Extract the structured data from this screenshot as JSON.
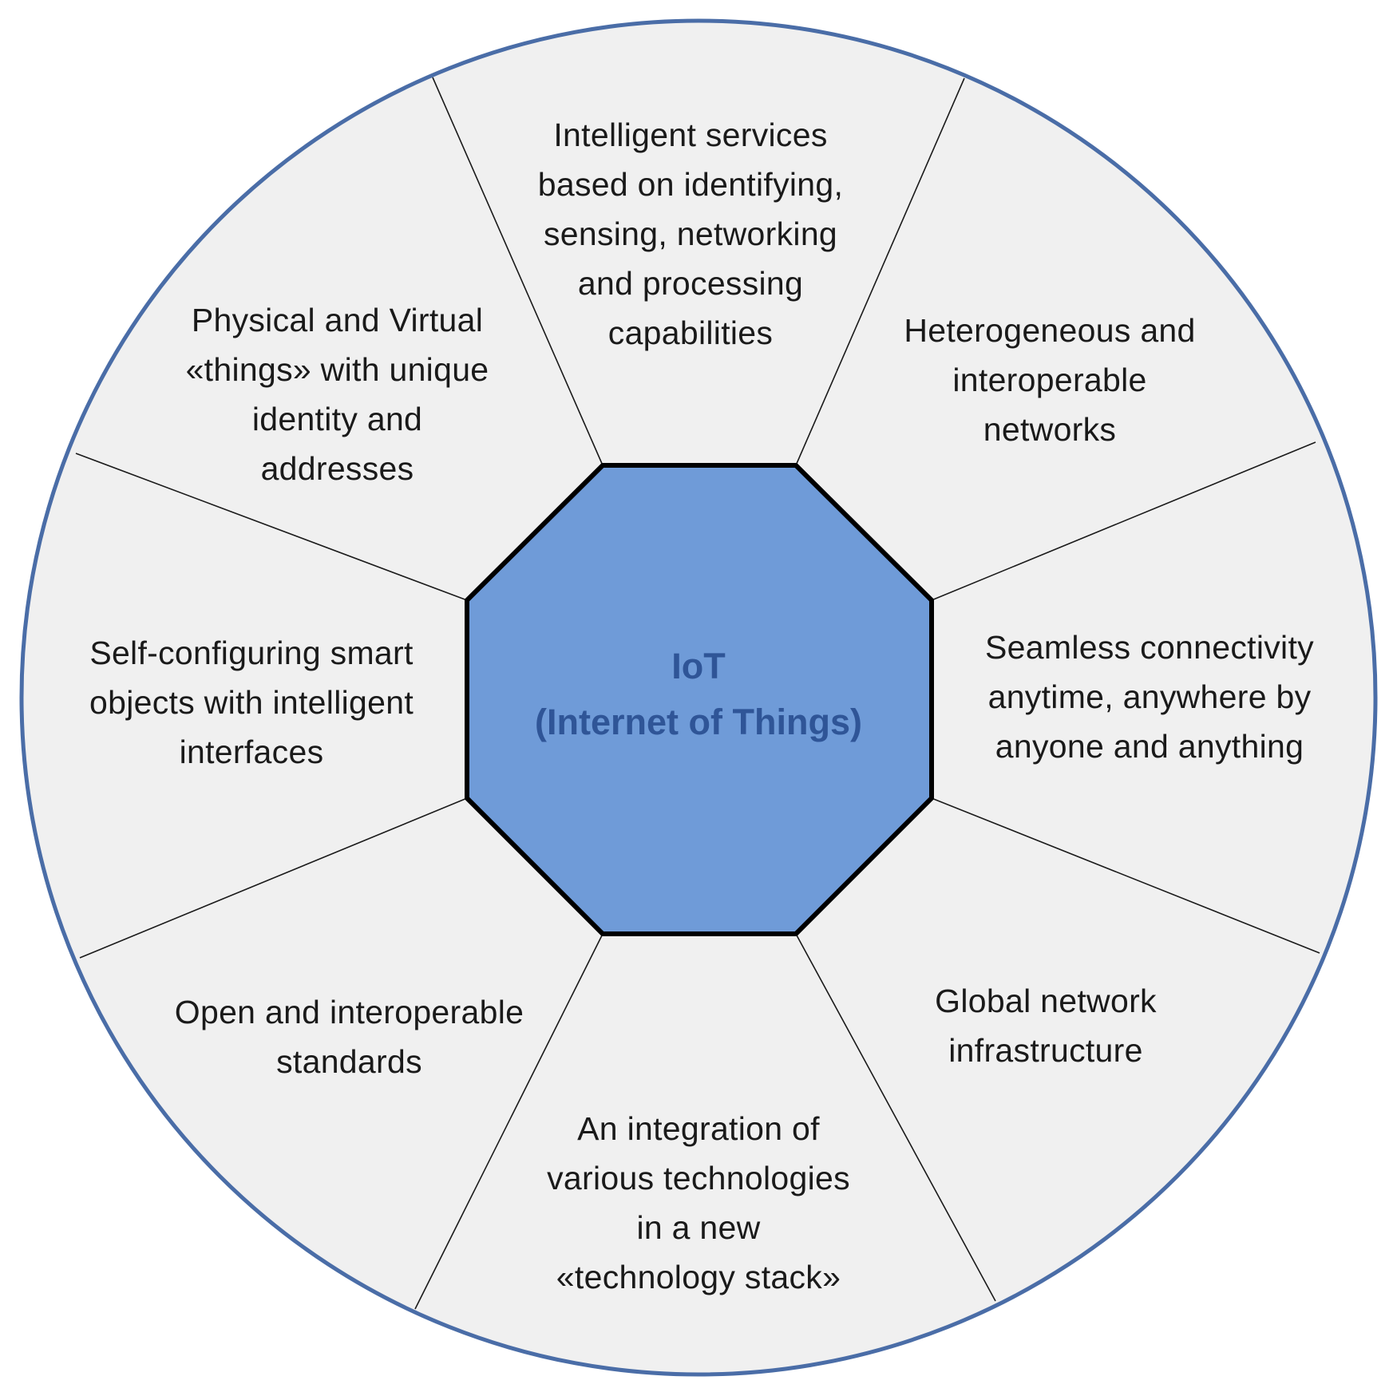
{
  "diagram": {
    "center": {
      "title": "IoT",
      "subtitle": "(Internet of Things)"
    },
    "segments": [
      {
        "id": "top",
        "text": "Intelligent services\nbased on identifying,\nsensing, networking\nand processing\ncapabilities"
      },
      {
        "id": "top-right",
        "text": "Heterogeneous and\ninteroperable\nnetworks"
      },
      {
        "id": "right",
        "text": "Seamless connectivity\nanytime, anywhere by\nanyone and anything"
      },
      {
        "id": "bottom-right",
        "text": "Global network\ninfrastructure"
      },
      {
        "id": "bottom",
        "text": "An integration of\nvarious technologies\nin a new\n«technology stack»"
      },
      {
        "id": "bottom-left",
        "text": "Open and interoperable\nstandards"
      },
      {
        "id": "left",
        "text": "Self-configuring smart\nobjects with intelligent\ninterfaces"
      },
      {
        "id": "top-left",
        "text": "Physical and Virtual\n«things» with unique\nidentity and\naddresses"
      }
    ],
    "colors": {
      "outer_circle_fill": "#f0f0f0",
      "outer_circle_stroke": "#4a6da7",
      "octagon_fill": "#6f9bd8",
      "octagon_stroke": "#000000",
      "divider": "#1a1a1a",
      "center_text": "#2f5597"
    }
  }
}
